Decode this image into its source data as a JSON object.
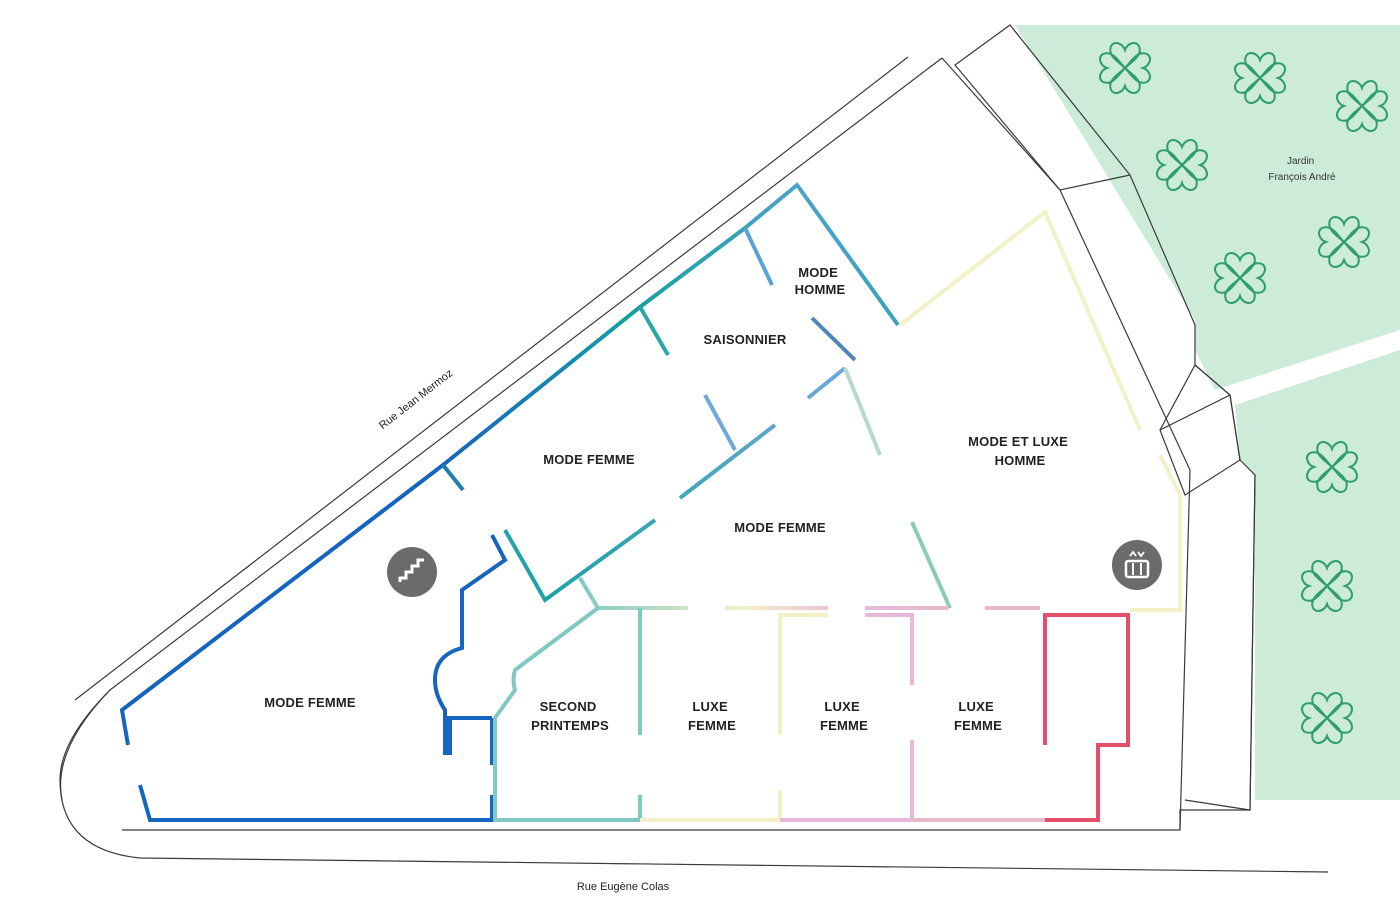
{
  "streets": {
    "north": "Rue Jean Mermoz",
    "south": "Rue Eugène Colas"
  },
  "garden": {
    "line1": "Jardin",
    "line2": "François André"
  },
  "zones": {
    "mode_homme": [
      "MODE",
      "HOMME"
    ],
    "saisonnier": "SAISONNIER",
    "mode_femme_north": "MODE FEMME",
    "mode_femme_center": "MODE FEMME",
    "mode_luxe_homme": [
      "MODE ET LUXE",
      "HOMME"
    ],
    "mode_femme_west": "MODE FEMME",
    "second_printemps": [
      "SECOND",
      "PRINTEMPS"
    ],
    "luxe_femme_1": [
      "LUXE",
      "FEMME"
    ],
    "luxe_femme_2": [
      "LUXE",
      "FEMME"
    ],
    "luxe_femme_3": [
      "LUXE",
      "FEMME"
    ]
  },
  "icons": {
    "stairs": "stairs-icon",
    "elevator": "elevator-icon",
    "tree": "tree-icon"
  },
  "colors": {
    "garden": "#cdebd9",
    "tree": "#2e9e6a",
    "icon_badge": "#6b6b6b",
    "mode_femme_west": "#1565c0",
    "mode_femme_north": "#17a2a2",
    "saisonnier": "#5aa3d6",
    "mode_homme": "#4f87b8",
    "mode_luxe_homme": "#f3f1c8",
    "second_printemps": "#7fc9c2",
    "luxe_femme": "#e8b9c8",
    "pink_room": "#e54e6b"
  }
}
